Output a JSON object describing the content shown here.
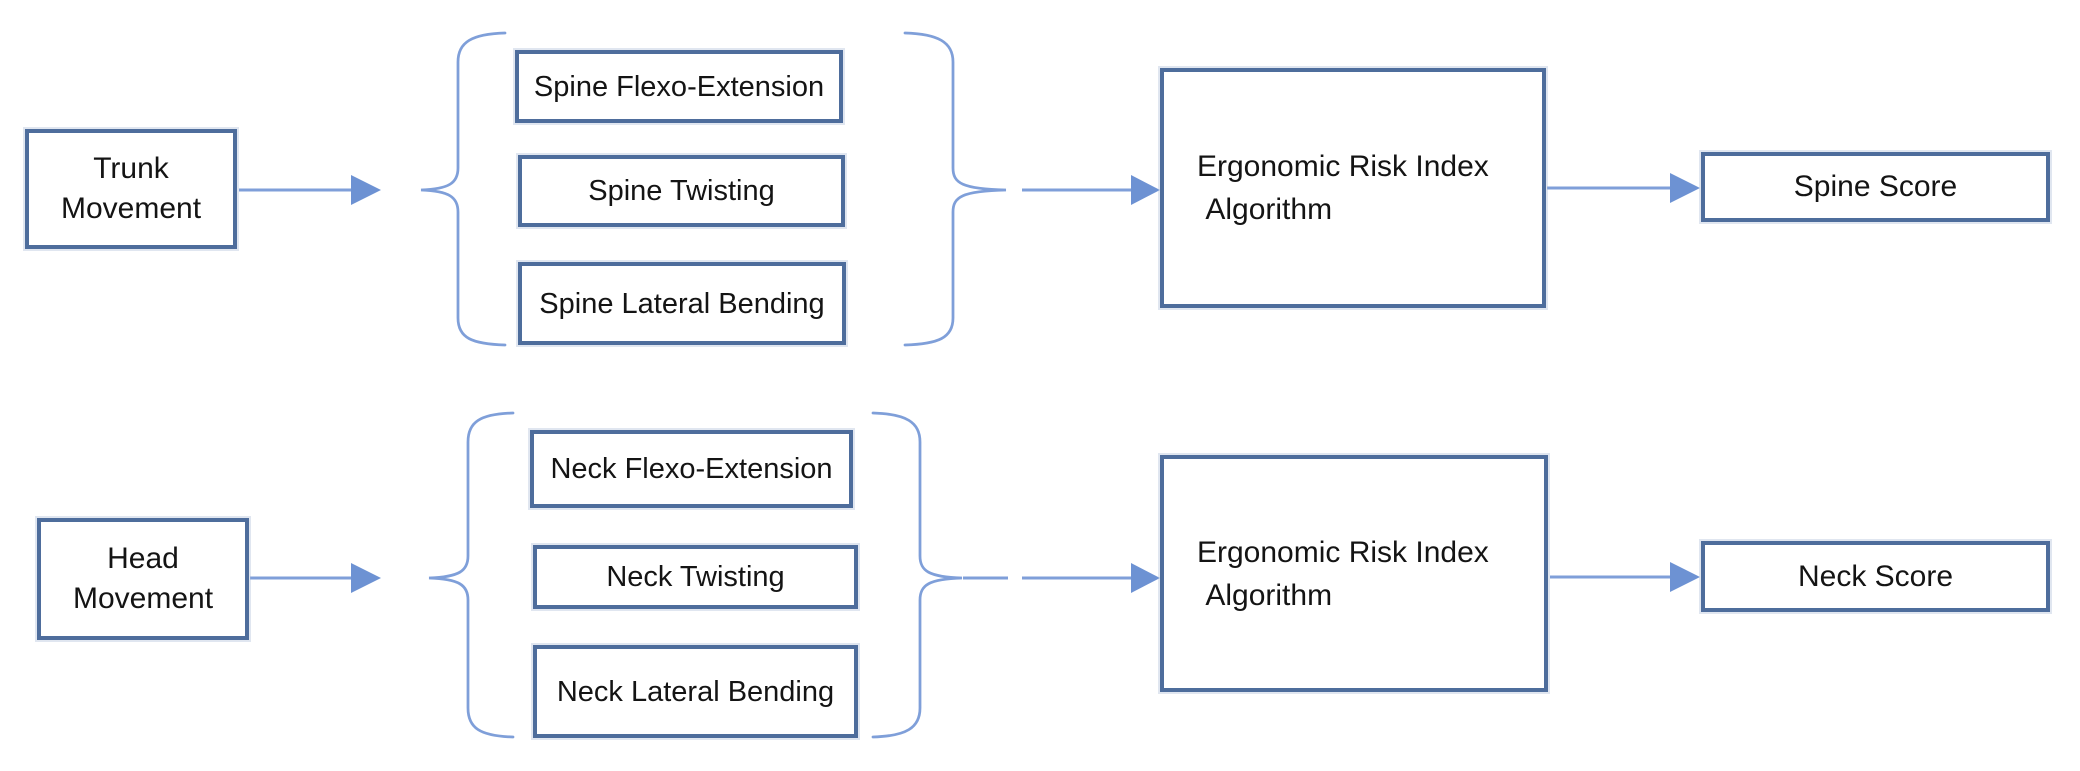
{
  "colors": {
    "background": "#ffffff",
    "box_border": "#4e6d9c",
    "connector": "#7f9fd9",
    "arrowhead": "#6d92d3",
    "text": "#141414"
  },
  "rows": [
    {
      "source": "Trunk\nMovement",
      "inputs": [
        "Spine Flexo-Extension",
        "Spine Twisting",
        "Spine Lateral Bending"
      ],
      "processor": "Ergonomic Risk Index\n Algorithm",
      "output": "Spine Score"
    },
    {
      "source": "Head\nMovement",
      "inputs": [
        "Neck Flexo-Extension",
        "Neck Twisting",
        "Neck Lateral Bending"
      ],
      "processor": "Ergonomic Risk Index\n Algorithm",
      "output": "Neck Score"
    }
  ]
}
